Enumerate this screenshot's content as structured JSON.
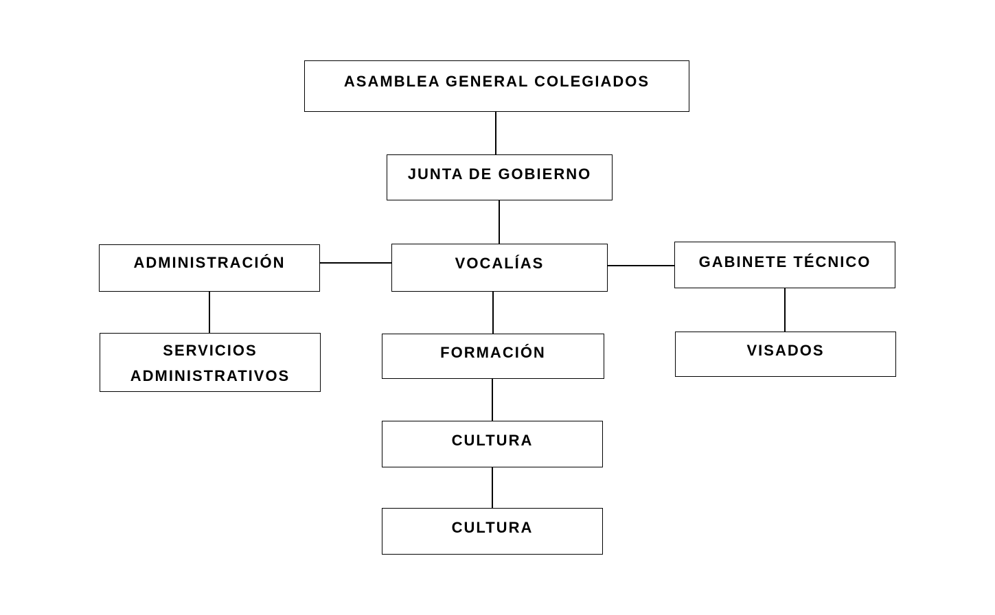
{
  "page": {
    "background_color": "#ffffff"
  },
  "org_chart": {
    "colors": {
      "box_border": "#000000",
      "box_fill": "#ffffff",
      "text": "#000000",
      "connector": "#000000"
    },
    "nodes": {
      "asamblea": {
        "label": "ASAMBLEA GENERAL COLEGIADOS"
      },
      "junta": {
        "label": "JUNTA DE GOBIERNO"
      },
      "administracion": {
        "label": "ADMINISTRACIÓN"
      },
      "vocalias": {
        "label": "VOCALÍAS"
      },
      "gabinete_tecnico": {
        "label": "GABINETE TÉCNICO"
      },
      "servicios_administrativos": {
        "label": "SERVICIOS ADMINISTRATIVOS"
      },
      "formacion": {
        "label": "FORMACIÓN"
      },
      "visados": {
        "label": "VISADOS"
      },
      "cultura_1": {
        "label": "CULTURA"
      },
      "cultura_2": {
        "label": "CULTURA"
      }
    },
    "edges": [
      {
        "from": "asamblea",
        "to": "junta"
      },
      {
        "from": "junta",
        "to": "vocalias"
      },
      {
        "from": "administracion",
        "to": "vocalias"
      },
      {
        "from": "vocalias",
        "to": "gabinete_tecnico"
      },
      {
        "from": "administracion",
        "to": "servicios_administrativos"
      },
      {
        "from": "vocalias",
        "to": "formacion"
      },
      {
        "from": "gabinete_tecnico",
        "to": "visados"
      },
      {
        "from": "formacion",
        "to": "cultura_1"
      },
      {
        "from": "cultura_1",
        "to": "cultura_2"
      }
    ]
  }
}
